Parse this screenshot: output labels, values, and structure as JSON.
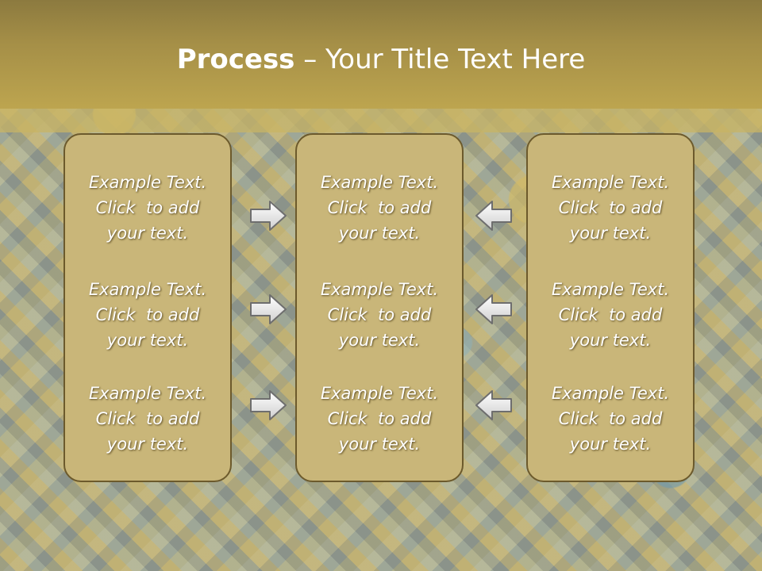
{
  "title": {
    "bold": "Process",
    "rest": " – Your Title Text Here"
  },
  "columns": [
    {
      "blocks": [
        {
          "l1": "Example Text.",
          "l2": "Click  to add",
          "l3": "your text."
        },
        {
          "l1": "Example Text.",
          "l2": "Click  to add",
          "l3": "your text."
        },
        {
          "l1": "Example Text.",
          "l2": "Click  to add",
          "l3": "your text."
        }
      ]
    },
    {
      "blocks": [
        {
          "l1": "Example Text.",
          "l2": "Click  to add",
          "l3": "your text."
        },
        {
          "l1": "Example Text.",
          "l2": "Click  to add",
          "l3": "your text."
        },
        {
          "l1": "Example Text.",
          "l2": "Click  to add",
          "l3": "your text."
        }
      ]
    },
    {
      "blocks": [
        {
          "l1": "Example Text.",
          "l2": "Click  to add",
          "l3": "your text."
        },
        {
          "l1": "Example Text.",
          "l2": "Click  to add",
          "l3": "your text."
        },
        {
          "l1": "Example Text.",
          "l2": "Click  to add",
          "l3": "your text."
        }
      ]
    }
  ],
  "arrows": {
    "left_group": "arrow-right-icon",
    "right_group": "arrow-left-icon"
  },
  "colors": {
    "title_band": "#a58f47",
    "box_fill": "#c9b679",
    "box_border": "#6c5a2c",
    "text": "#ffffff"
  }
}
